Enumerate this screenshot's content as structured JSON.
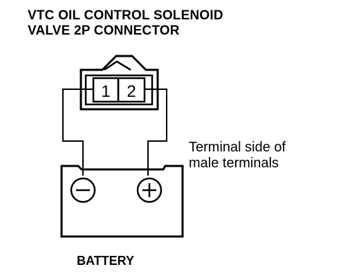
{
  "title": {
    "line1": "VTC OIL CONTROL SOLENOID",
    "line2": "VALVE 2P CONNECTOR"
  },
  "connector": {
    "terminal_1": "1",
    "terminal_2": "2"
  },
  "annotation": {
    "line1": "Terminal side of",
    "line2": "male terminals"
  },
  "battery": {
    "label": "BATTERY",
    "negative_symbol": "−",
    "positive_symbol": "+"
  },
  "colors": {
    "line": "#000000",
    "background": "#ffffff"
  }
}
